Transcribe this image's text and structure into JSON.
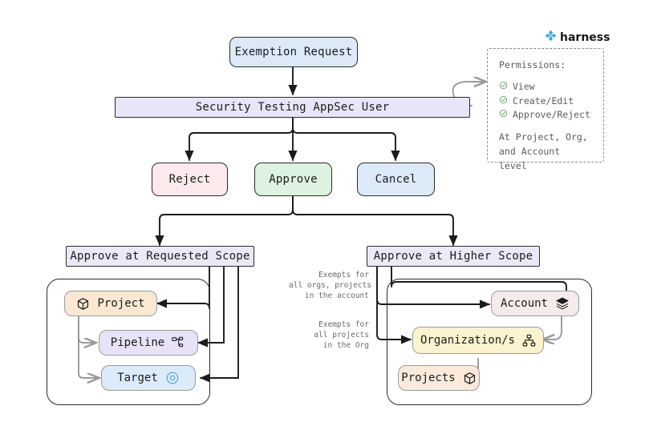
{
  "brand": {
    "name": "harness",
    "logo_icon": "harness-diamond-logo",
    "color": "#36a3e8"
  },
  "diagram": {
    "title_node": {
      "label": "Exemption Request",
      "color": "#dceaf7"
    },
    "actor_node": {
      "label": "Security Testing AppSec User",
      "color": "#e9e4f7"
    },
    "actions": [
      {
        "name": "reject",
        "label": "Reject",
        "color": "#fbe9ec"
      },
      {
        "name": "approve",
        "label": "Approve",
        "color": "#ddf2e0"
      },
      {
        "name": "cancel",
        "label": "Cancel",
        "color": "#dceaf7"
      }
    ],
    "scopes": [
      {
        "name": "requested-scope",
        "label": "Approve at Requested Scope",
        "color": "#ece8f8"
      },
      {
        "name": "higher-scope",
        "label": "Approve at Higher Scope",
        "color": "#ece8f8"
      }
    ],
    "requested_scope_items": [
      {
        "name": "project",
        "label": "Project",
        "icon": "cube-icon",
        "color": "#fbe8d2"
      },
      {
        "name": "pipeline",
        "label": "Pipeline",
        "icon": "pipeline-icon",
        "color": "#e8e2f6"
      },
      {
        "name": "target",
        "label": "Target",
        "icon": "target-icon",
        "color": "#dcebf9"
      }
    ],
    "higher_scope_items": [
      {
        "name": "account",
        "label": "Account",
        "icon": "layers-icon",
        "color": "#f5ebea"
      },
      {
        "name": "organizations",
        "label": "Organization/s",
        "icon": "org-tree-icon",
        "color": "#fbf3cf"
      },
      {
        "name": "projects",
        "label": "Projects",
        "icon": "cube-icon",
        "color": "#fbe9dc"
      }
    ],
    "edge_labels": [
      {
        "name": "account-exempt-note",
        "text": "Exempts for\nall orgs, projects\nin the account"
      },
      {
        "name": "org-exempt-note",
        "text": "Exempts for\nall projects\nin the Org"
      }
    ]
  },
  "permissions": {
    "title": "Permissions:",
    "items": [
      {
        "label": "View",
        "icon": "check-circle-icon"
      },
      {
        "label": "Create/Edit",
        "icon": "check-circle-icon"
      },
      {
        "label": "Approve/Reject",
        "icon": "check-circle-icon"
      }
    ],
    "footnote_line1": "At Project, Org,",
    "footnote_line2": "and Account level"
  }
}
